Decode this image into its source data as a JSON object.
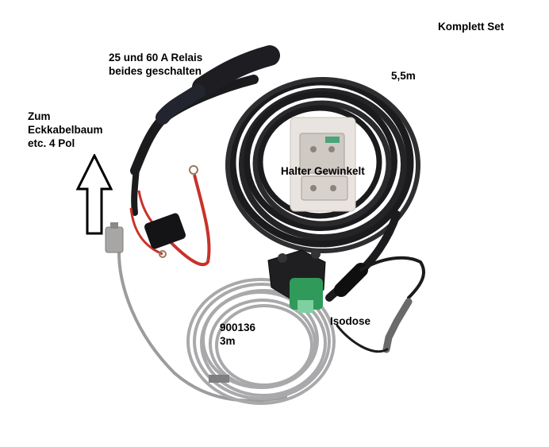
{
  "labels": {
    "komplett_set": "Komplett Set",
    "relais_line1": "25 und 60 A Relais",
    "relais_line2": "beides geschalten",
    "length_main": "5,5m",
    "zum_line1": "Zum",
    "zum_line2": "Eckkabelbaum",
    "zum_line3": "etc. 4 Pol",
    "halter": "Halter Gewinkelt",
    "part_number": "900136",
    "part_length": "3m",
    "isodose": "Isodose"
  },
  "colors": {
    "background": "#ffffff",
    "cable_black": "#1b1b1d",
    "cable_grey": "#a9a9ab",
    "wire_red": "#c8322a",
    "plug_green": "#2f9a5a",
    "label_text": "#000000"
  }
}
